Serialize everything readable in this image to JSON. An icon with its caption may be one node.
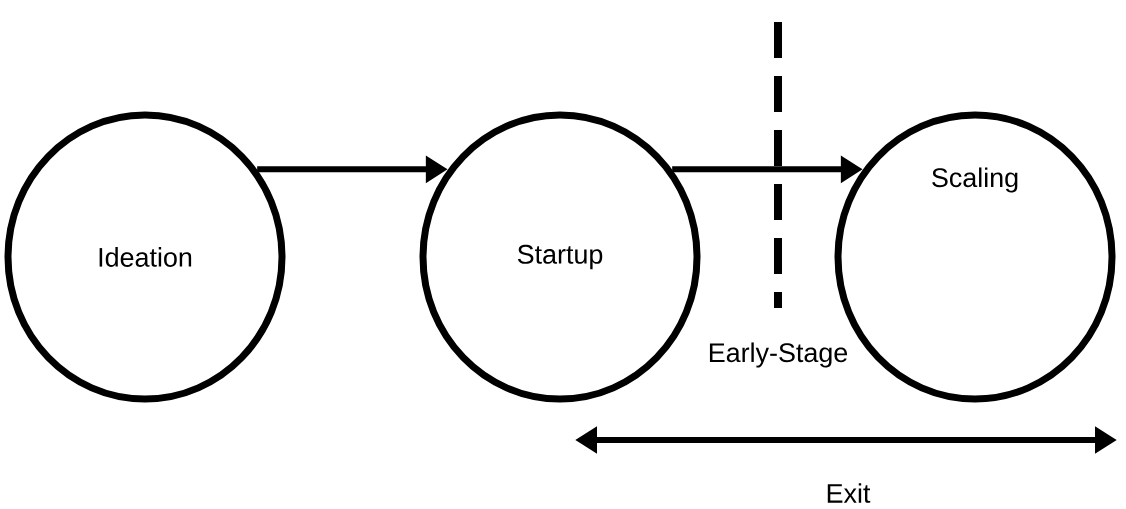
{
  "diagram": {
    "nodes": [
      {
        "text": [
          "Ideation"
        ]
      },
      {
        "text": [
          "Startup"
        ]
      },
      {
        "text": [
          "Scaling"
        ]
      }
    ],
    "edges": [
      {
        "from": 0,
        "to": 1,
        "arrow": "to"
      },
      {
        "from": 1,
        "to": 2,
        "arrow": "to"
      }
    ],
    "labels": [
      "Early-Stage",
      "Exit"
    ]
  }
}
